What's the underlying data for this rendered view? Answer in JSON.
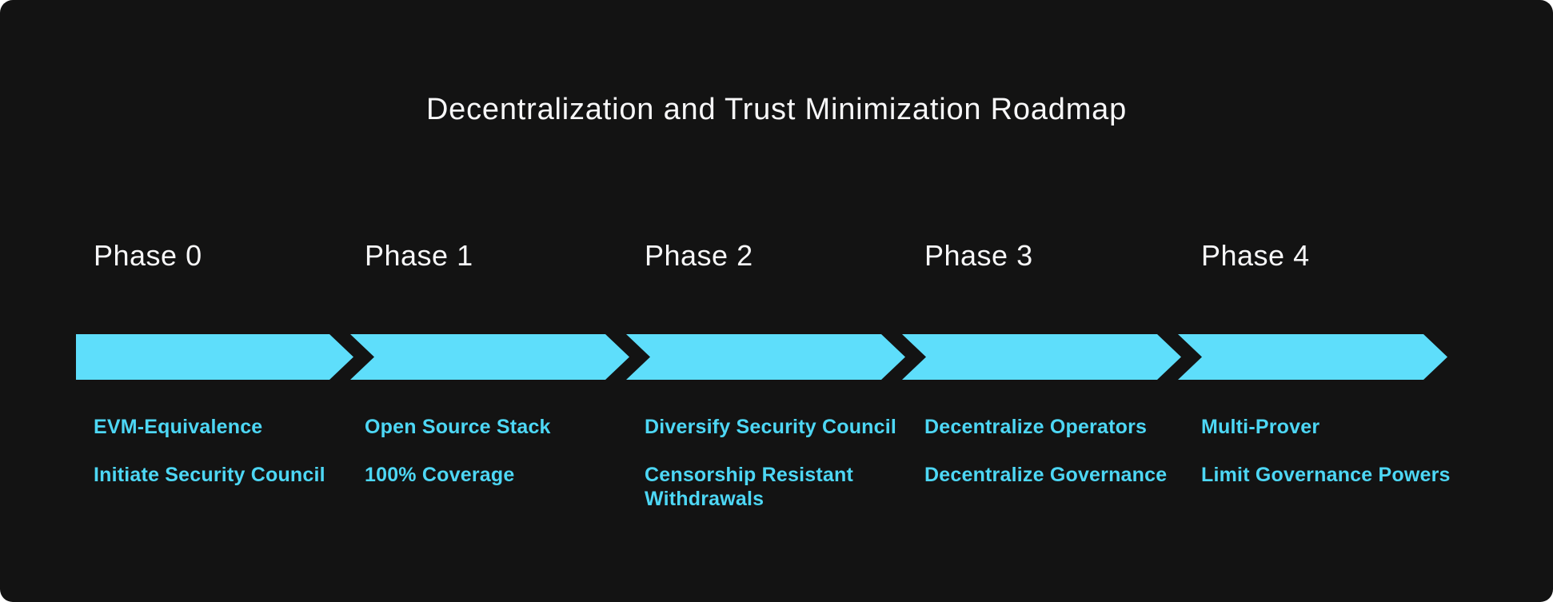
{
  "title": "Decentralization and Trust Minimization Roadmap",
  "colors": {
    "background": "#131313",
    "arrow": "#5edefb",
    "heading_text": "#f7f7f8",
    "milestone_text": "#4dd7f5"
  },
  "phases": [
    {
      "label": "Phase 0",
      "milestones": [
        "EVM-Equivalence",
        "Initiate Security Council"
      ]
    },
    {
      "label": "Phase 1",
      "milestones": [
        "Open Source Stack",
        "100% Coverage"
      ]
    },
    {
      "label": "Phase 2",
      "milestones": [
        "Diversify Security Council",
        "Censorship Resistant Withdrawals"
      ]
    },
    {
      "label": "Phase 3",
      "milestones": [
        "Decentralize Operators",
        "Decentralize Governance"
      ]
    },
    {
      "label": "Phase 4",
      "milestones": [
        "Multi-Prover",
        "Limit Governance Powers"
      ]
    }
  ]
}
